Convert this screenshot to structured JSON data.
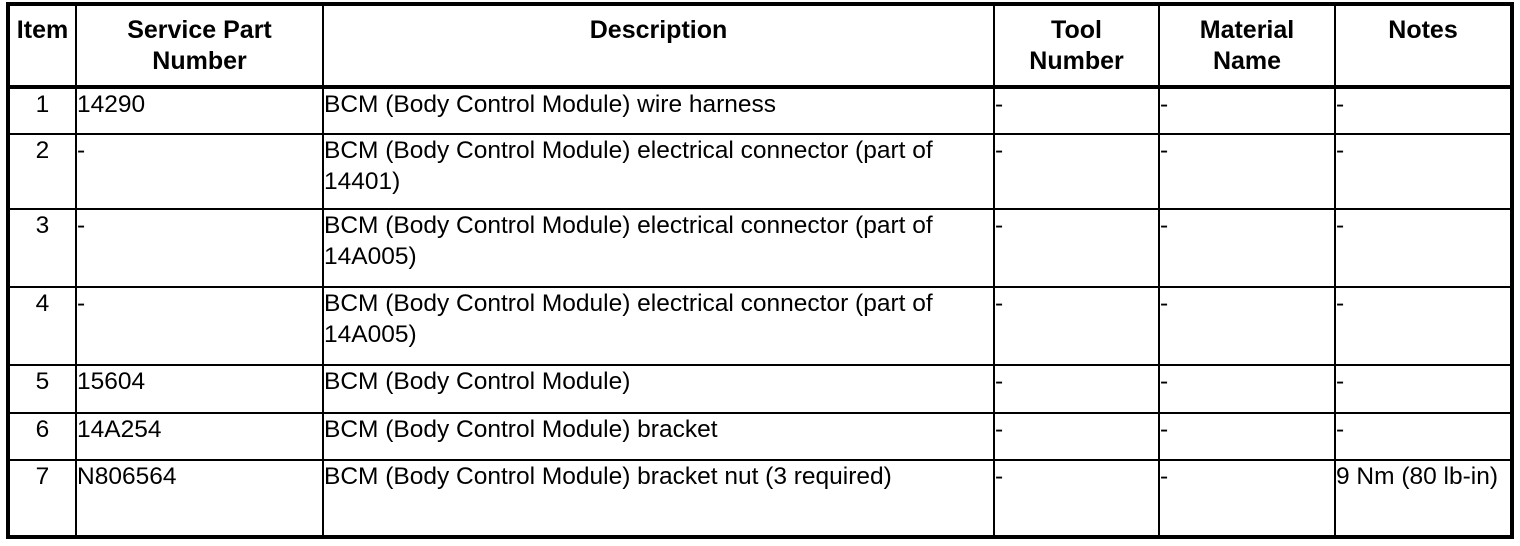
{
  "table": {
    "name": "service-parts-table",
    "columns": [
      {
        "key": "item",
        "label": "Item"
      },
      {
        "key": "part",
        "label": "Service Part\nNumber"
      },
      {
        "key": "desc",
        "label": "Description"
      },
      {
        "key": "tool",
        "label": "Tool\nNumber"
      },
      {
        "key": "material",
        "label": "Material\nName"
      },
      {
        "key": "notes",
        "label": "Notes"
      }
    ],
    "header_labels": {
      "item": "Item",
      "part_line1": "Service Part",
      "part_line2": "Number",
      "desc": "Description",
      "tool_line1": "Tool",
      "tool_line2": "Number",
      "material_line1": "Material",
      "material_line2": "Name",
      "notes": "Notes"
    },
    "rows": [
      {
        "item": "1",
        "part": "14290",
        "desc": "BCM (Body Control Module) wire harness",
        "tool": "-",
        "material": "-",
        "notes": "-"
      },
      {
        "item": "2",
        "part": "-",
        "desc": "BCM (Body Control Module) electrical connector (part of 14401)",
        "tool": "-",
        "material": "-",
        "notes": "-"
      },
      {
        "item": "3",
        "part": "-",
        "desc": "BCM (Body Control Module) electrical connector (part of 14A005)",
        "tool": "-",
        "material": "-",
        "notes": "-"
      },
      {
        "item": "4",
        "part": "-",
        "desc": "BCM (Body Control Module) electrical connector (part of 14A005)",
        "tool": "-",
        "material": "-",
        "notes": "-"
      },
      {
        "item": "5",
        "part": "15604",
        "desc": "BCM (Body Control Module)",
        "tool": "-",
        "material": "-",
        "notes": "-"
      },
      {
        "item": "6",
        "part": "14A254",
        "desc": "BCM (Body Control Module) bracket",
        "tool": "-",
        "material": "-",
        "notes": "-"
      },
      {
        "item": "7",
        "part": "N806564",
        "desc": "BCM (Body Control Module) bracket nut (3 required)",
        "tool": "-",
        "material": "-",
        "notes": "9 Nm (80 lb-in)"
      }
    ]
  },
  "colors": {
    "border": "#000000",
    "text": "#000000",
    "background": "#ffffff"
  }
}
